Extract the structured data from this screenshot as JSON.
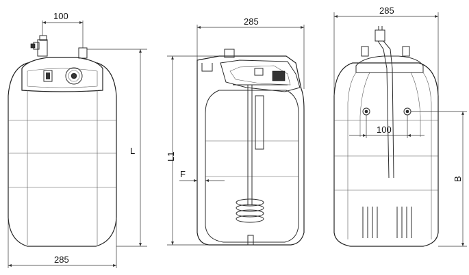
{
  "dimensions": {
    "front_top_spacing": "100",
    "front_height": "L",
    "front_width": "285",
    "side_depth": "285",
    "side_height": "L1",
    "side_offset": "F",
    "back_width": "285",
    "back_spacing": "100",
    "back_height": "B"
  },
  "colors": {
    "line": "#2b2b2b",
    "background": "#ffffff"
  }
}
